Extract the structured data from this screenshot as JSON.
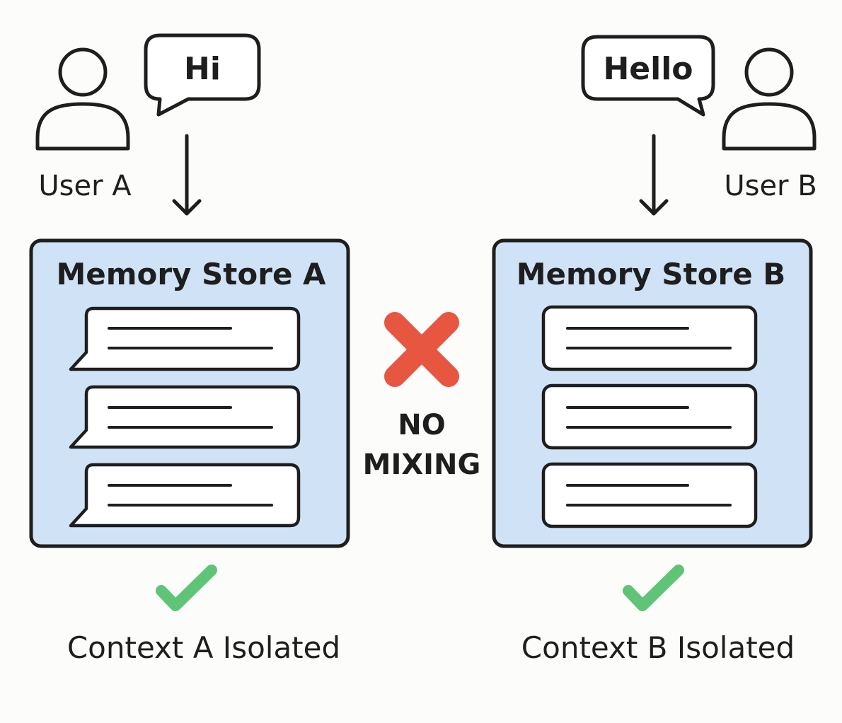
{
  "users": [
    {
      "label": "User A",
      "message": "Hi"
    },
    {
      "label": "User B",
      "message": "Hello"
    }
  ],
  "stores": [
    {
      "title": "Memory Store A",
      "message_count": 3,
      "status": "Context A Isolated"
    },
    {
      "title": "Memory Store B",
      "message_count": 3,
      "status": "Context B Isolated"
    }
  ],
  "separator": {
    "lines": [
      "NO",
      "MIXING"
    ],
    "icon": "x-mark-icon"
  },
  "icons": {
    "user": "user-icon",
    "status": "check-mark-icon",
    "flow": "arrow-down-icon"
  },
  "colors": {
    "store_fill": "#cfe2f6",
    "x_mark": "#e65641",
    "check": "#5fc477",
    "stroke": "#1e1e1e",
    "background": "#fcfcfa"
  }
}
